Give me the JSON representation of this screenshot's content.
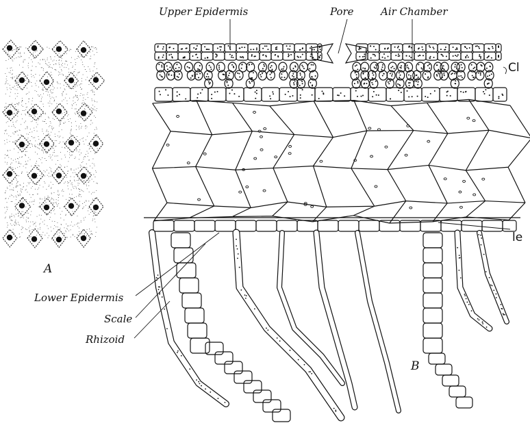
{
  "figure": {
    "panel_a_label": "A",
    "panel_b_label": "B",
    "labels": {
      "upper_epidermis": "Upper Epidermis",
      "pore": "Pore",
      "air_chamber": "Air Chamber",
      "lower_epidermis": "Lower Epidermis",
      "scale": "Scale",
      "rhizoid": "Rhizoid"
    },
    "handwritten": {
      "upper_right": "Cl",
      "lower_right": "le"
    }
  }
}
